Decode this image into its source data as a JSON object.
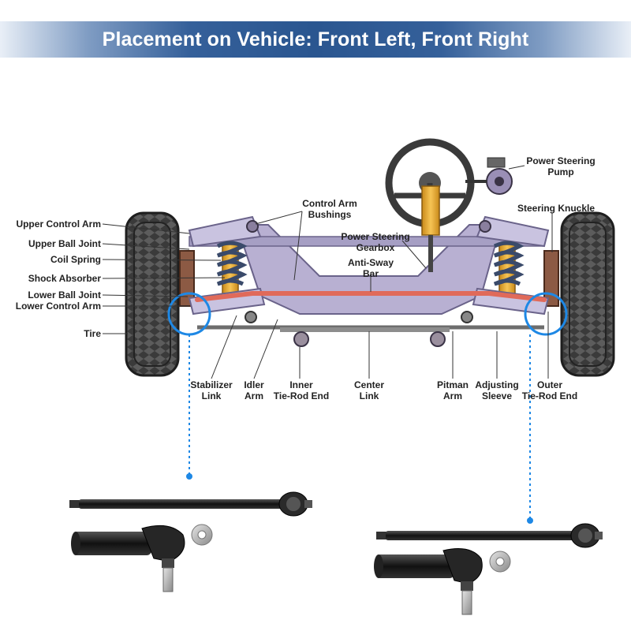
{
  "header": {
    "title": "Placement on Vehicle: Front Left, Front Right"
  },
  "labels": {
    "upper_control_arm": "Upper Control Arm",
    "upper_ball_joint": "Upper Ball Joint",
    "coil_spring": "Coil Spring",
    "shock_absorber": "Shock Absorber",
    "lower_ball_joint": "Lower Ball Joint",
    "lower_control_arm": "Lower Control Arm",
    "tire": "Tire",
    "control_arm_bushings_1": "Control Arm",
    "control_arm_bushings_2": "Bushings",
    "power_steering_pump_1": "Power Steering",
    "power_steering_pump_2": "Pump",
    "steering_knuckle": "Steering Knuckle",
    "power_steering_gearbox_1": "Power Steering",
    "power_steering_gearbox_2": "Gearbox",
    "anti_sway_bar_1": "Anti-Sway",
    "anti_sway_bar_2": "Bar",
    "stabilizer_link_1": "Stabilizer",
    "stabilizer_link_2": "Link",
    "idler_arm_1": "Idler",
    "idler_arm_2": "Arm",
    "inner_tie_rod_end_1": "Inner",
    "inner_tie_rod_end_2": "Tie-Rod End",
    "center_link_1": "Center",
    "center_link_2": "Link",
    "pitman_arm_1": "Pitman",
    "pitman_arm_2": "Arm",
    "adjusting_sleeve_1": "Adjusting",
    "adjusting_sleeve_2": "Sleeve",
    "outer_tie_rod_end_1": "Outer",
    "outer_tie_rod_end_2": "Tie-Rod End"
  },
  "colors": {
    "banner": "#2a5690",
    "highlight": "#1e88e5",
    "frame": "#b8b0d2",
    "sway_bar": "#e06a5a",
    "spring": "#3a4a6a",
    "shock": "#f2b33a"
  },
  "icons": {
    "highlight_marker": "circle-outline",
    "part_pointer": "dotted-leader-line"
  }
}
